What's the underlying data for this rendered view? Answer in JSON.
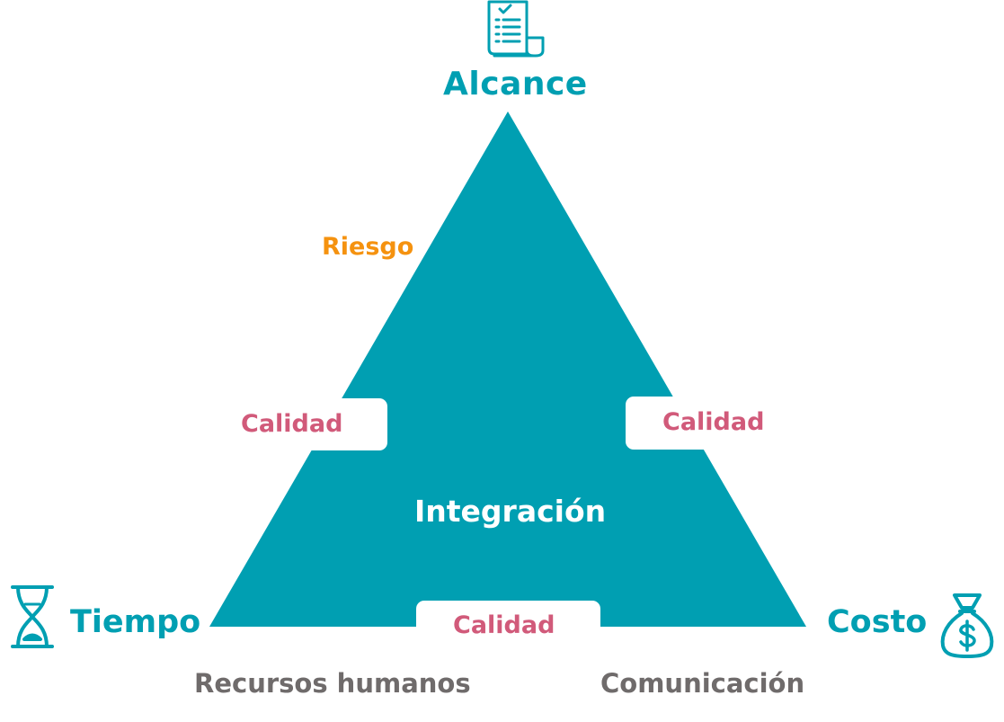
{
  "colors": {
    "triangle": "#009fb2",
    "teal_label": "#009fb2",
    "riesgo": "#f5920f",
    "calidad": "#d15a7a",
    "bottom_text": "#6f6b6b",
    "center_text": "#ffffff"
  },
  "vertices": {
    "top": {
      "label": "Alcance",
      "icon": "checklist-document-icon"
    },
    "left": {
      "label": "Tiempo",
      "icon": "hourglass-icon"
    },
    "right": {
      "label": "Costo",
      "icon": "money-bag-icon"
    }
  },
  "center_label": "Integración",
  "side_labels": {
    "risk": "Riesgo",
    "quality_left": "Calidad",
    "quality_right": "Calidad",
    "quality_bottom": "Calidad"
  },
  "bottom_labels": {
    "left": "Recursos humanos",
    "right": "Comunicación"
  }
}
